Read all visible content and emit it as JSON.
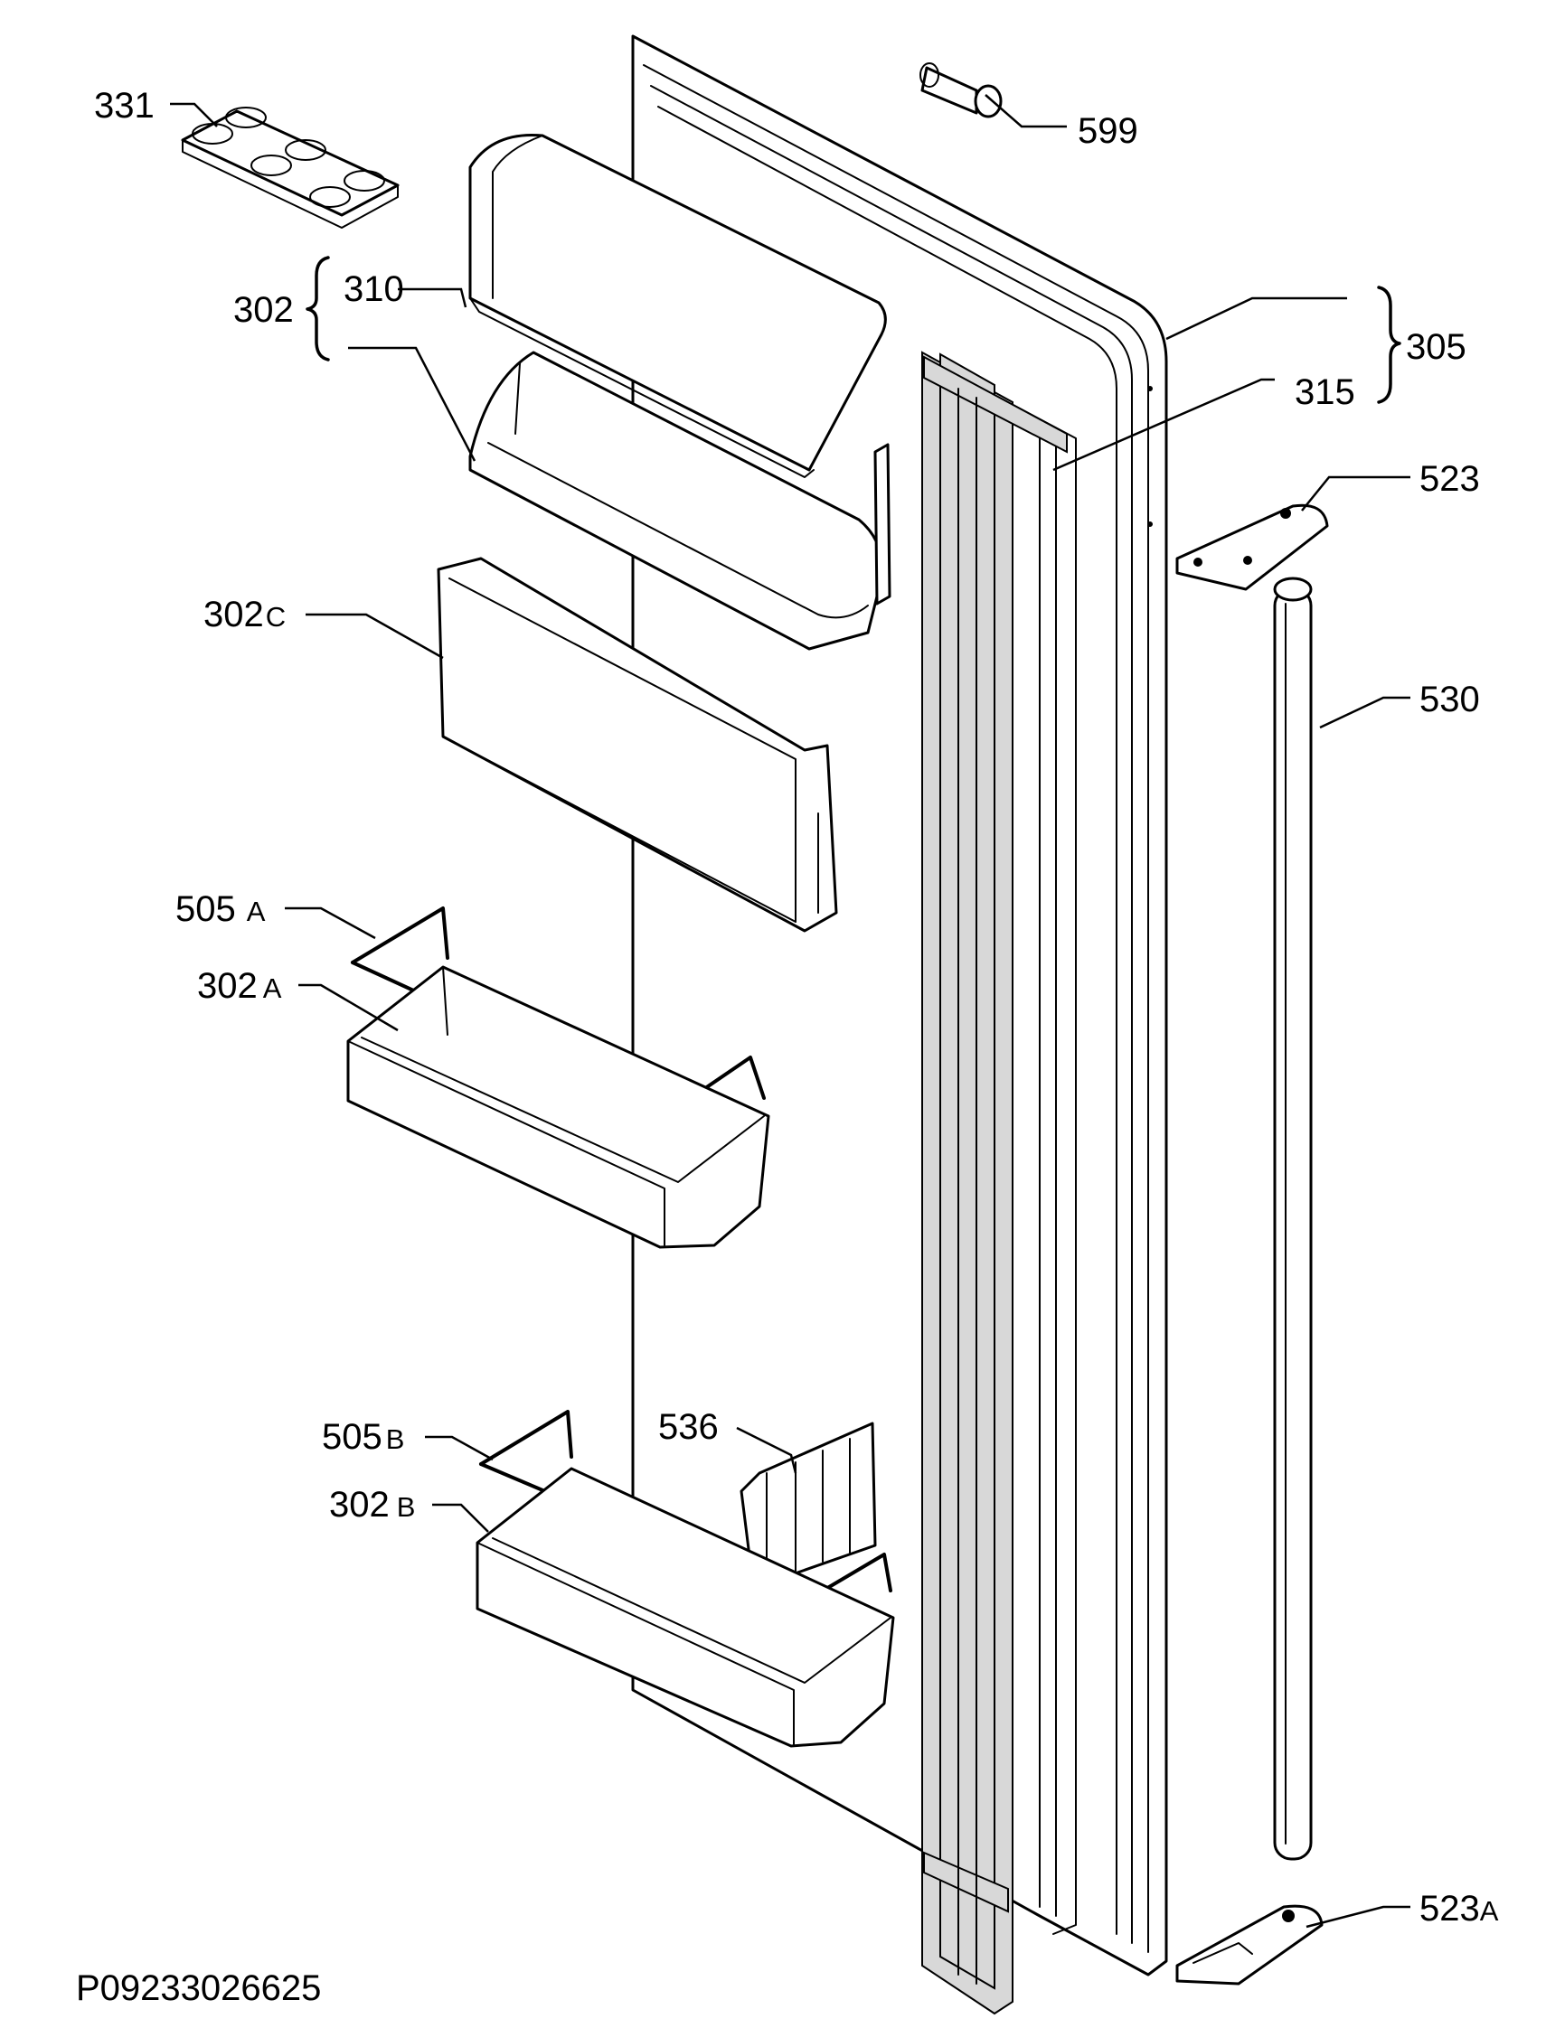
{
  "diagram": {
    "drawing_code": "P09233026625",
    "parts": [
      {
        "id": "331",
        "label": "331",
        "suffix": ""
      },
      {
        "id": "599",
        "label": "599",
        "suffix": ""
      },
      {
        "id": "302",
        "label": "302",
        "suffix": ""
      },
      {
        "id": "310",
        "label": "310",
        "suffix": ""
      },
      {
        "id": "305",
        "label": "305",
        "suffix": ""
      },
      {
        "id": "315",
        "label": "315",
        "suffix": ""
      },
      {
        "id": "523",
        "label": "523",
        "suffix": ""
      },
      {
        "id": "302C",
        "label": "302",
        "suffix": "C"
      },
      {
        "id": "530",
        "label": "530",
        "suffix": ""
      },
      {
        "id": "505A",
        "label": "505",
        "suffix": "A"
      },
      {
        "id": "302A",
        "label": "302",
        "suffix": "A"
      },
      {
        "id": "536",
        "label": "536",
        "suffix": ""
      },
      {
        "id": "505B",
        "label": "505",
        "suffix": "B"
      },
      {
        "id": "302B",
        "label": "302",
        "suffix": "B"
      },
      {
        "id": "523A",
        "label": "523",
        "suffix": "A"
      }
    ]
  }
}
